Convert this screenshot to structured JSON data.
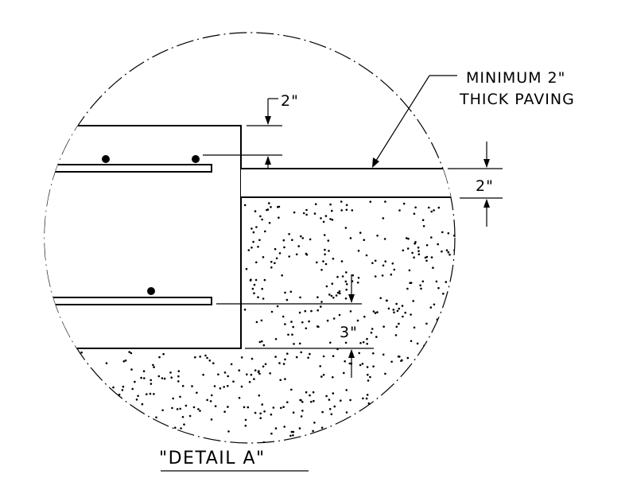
{
  "drawing": {
    "title": "\"DETAIL A\"",
    "callout": {
      "line1": "MINIMUM 2\"",
      "line2": "THICK PAVING"
    },
    "dimensions": {
      "top_cover": "2\"",
      "paving_thickness": "2\"",
      "bottom_cover": "3\""
    }
  },
  "colors": {
    "line": "#000000",
    "background": "#ffffff"
  }
}
